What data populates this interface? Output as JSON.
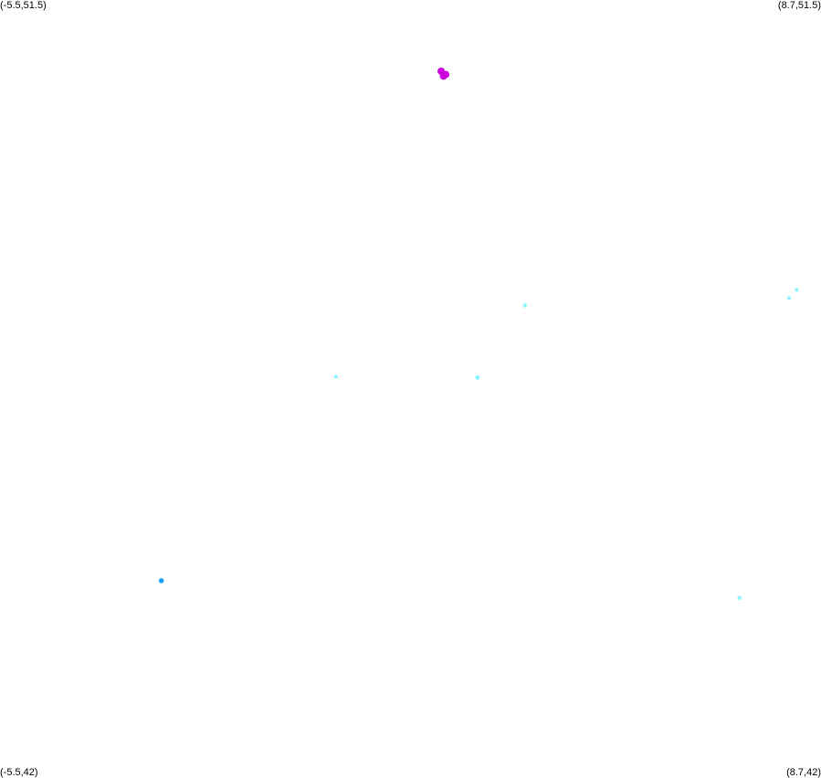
{
  "corners": {
    "top_left": "(-5.5,51.5)",
    "top_right": "(8.7,51.5)",
    "bottom_left": "(-5.5,42)",
    "bottom_right": "(8.7,42)"
  },
  "colors": {
    "magenta": "#cc00dd",
    "cyan": "#88f4ff",
    "blue": "#1aa0f0"
  },
  "chart_data": {
    "type": "scatter",
    "xlim": [
      -5.5,
      8.7
    ],
    "ylim": [
      42,
      51.5
    ],
    "grid": false,
    "points": [
      {
        "x": 2.13,
        "y": 50.63,
        "color": "magenta",
        "size": 4
      },
      {
        "x": 2.21,
        "y": 50.59,
        "color": "magenta",
        "size": 4
      },
      {
        "x": 2.17,
        "y": 50.57,
        "color": "magenta",
        "size": 4
      },
      {
        "x": 3.58,
        "y": 47.77,
        "color": "cyan",
        "size": 2.2
      },
      {
        "x": 8.15,
        "y": 47.86,
        "color": "cyan",
        "size": 2
      },
      {
        "x": 8.28,
        "y": 47.96,
        "color": "cyan",
        "size": 2
      },
      {
        "x": 0.31,
        "y": 46.9,
        "color": "cyan",
        "size": 2
      },
      {
        "x": 2.76,
        "y": 46.89,
        "color": "cyan",
        "size": 2.5
      },
      {
        "x": -2.71,
        "y": 44.41,
        "color": "blue",
        "size": 2.8
      },
      {
        "x": 7.29,
        "y": 44.2,
        "color": "cyan",
        "size": 2.2
      }
    ]
  }
}
